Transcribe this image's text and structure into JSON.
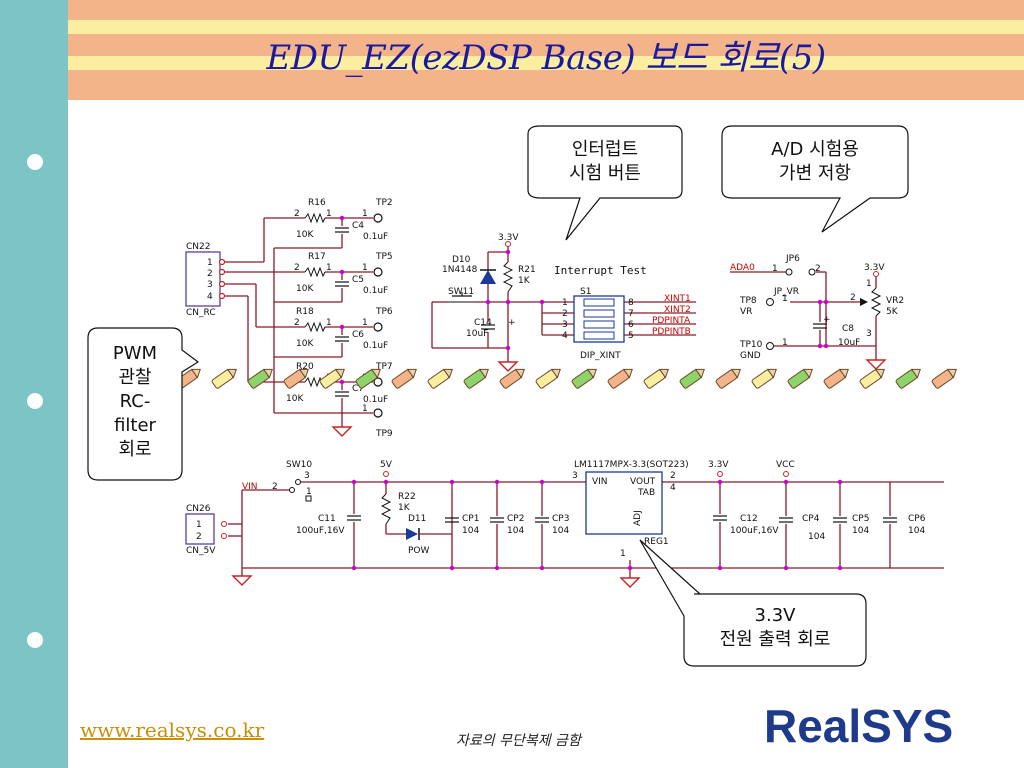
{
  "title": "EDU_EZ(ezDSP Base) 보드 회로(5)",
  "callouts": {
    "interrupt": [
      "인터럽트",
      "시험 버튼"
    ],
    "adc": [
      "A/D 시험용",
      "가변 저항"
    ],
    "pwm": [
      "PWM",
      "관찰",
      "RC-",
      "filter",
      "회로"
    ],
    "power": [
      "3.3V",
      "전원 출력 회로"
    ]
  },
  "rc_filter": {
    "connector_ref": "CN22",
    "connector_name": "CN_RC",
    "pins": [
      "1",
      "2",
      "3",
      "4"
    ],
    "channels": [
      {
        "resistor": "R16",
        "resistor_value": "10K",
        "capacitor": "C4",
        "capacitor_value": "0.1uF",
        "testpoint": "TP2"
      },
      {
        "resistor": "R17",
        "resistor_value": "10K",
        "capacitor": "C5",
        "capacitor_value": "0.1uF",
        "testpoint": "TP5"
      },
      {
        "resistor": "R18",
        "resistor_value": "10K",
        "capacitor": "C6",
        "capacitor_value": "0.1uF",
        "testpoint": "TP6"
      },
      {
        "resistor": "R20",
        "resistor_value": "10K",
        "capacitor": "C7",
        "capacitor_value": "0.1uF",
        "testpoint": "TP7"
      }
    ],
    "pin_labels": [
      "2",
      "1"
    ],
    "extra_testpoint": "TP9"
  },
  "interrupt": {
    "supply": "3.3V",
    "diode": "D10",
    "diode_part": "1N4148",
    "resistor": "R21",
    "resistor_value": "1K",
    "switch": "SW11",
    "capacitor": "C14",
    "capacitor_value": "10uF",
    "title": "Interrupt Test",
    "dip_ref": "S1",
    "dip_name": "DIP_XINT",
    "left_pins": [
      "1",
      "2",
      "3",
      "4"
    ],
    "right_pins": [
      "8",
      "7",
      "6",
      "5"
    ],
    "signals": [
      "XINT1",
      "XINT2",
      "PDPINTA",
      "PDPINTB"
    ]
  },
  "adc": {
    "net": "ADA0",
    "jumper": "JP6",
    "jumper_pins": [
      "1",
      "2"
    ],
    "jumper_name": "JP_VR",
    "tp_top": "TP8",
    "tp_top_net": "VR",
    "tp_top_pin": "1",
    "tp_bottom": "TP10",
    "tp_bottom_net": "GND",
    "tp_bottom_pin": "1",
    "supply": "3.3V",
    "pot": "VR2",
    "pot_value": "5K",
    "pot_pins": [
      "1",
      "2",
      "3"
    ],
    "capacitor": "C8",
    "capacitor_value": "10uF"
  },
  "power": {
    "switch": "SW10",
    "switch_pins": [
      "3",
      "2",
      "1"
    ],
    "input_net": "VIN",
    "rail_5v": "5V",
    "connector_ref": "CN26",
    "connector_name": "CN_5V",
    "connector_pins": [
      "1",
      "2"
    ],
    "c11": "C11",
    "c11_value": "100uF,16V",
    "r22": "R22",
    "r22_value": "1K",
    "led": "D11",
    "led_label": "POW",
    "decaps_in": [
      {
        "ref": "CP1",
        "value": "104"
      },
      {
        "ref": "CP2",
        "value": "104"
      },
      {
        "ref": "CP3",
        "value": "104"
      }
    ],
    "regulator": "LM1117MPX-3.3(SOT223)",
    "reg_ref": "REG1",
    "reg_pins": {
      "vin": "VIN",
      "vout": "VOUT",
      "tab": "TAB",
      "adj": "ADJ"
    },
    "reg_pin_numbers": [
      "3",
      "2",
      "4",
      "1"
    ],
    "out_3v3": "3.3V",
    "vcc": "VCC",
    "c12": "C12",
    "c12_value": "100uF,16V",
    "decaps_out": [
      {
        "ref": "CP4",
        "value": "104"
      },
      {
        "ref": "CP5",
        "value": "104"
      },
      {
        "ref": "CP6",
        "value": "104"
      }
    ]
  },
  "footer": {
    "url": "www.realsys.co.kr",
    "copyright": "자료의 무단복제 금함",
    "logo": "RealSYS"
  },
  "colors": {
    "sidebar": "#7cc4c6",
    "stripe_orange": "#f4b48a",
    "stripe_yellow": "#fbeea0",
    "title": "#1a1aa0",
    "wire": "#8b1a2a",
    "link": "#c8900a",
    "logo_blue": "#1e3a8a"
  }
}
